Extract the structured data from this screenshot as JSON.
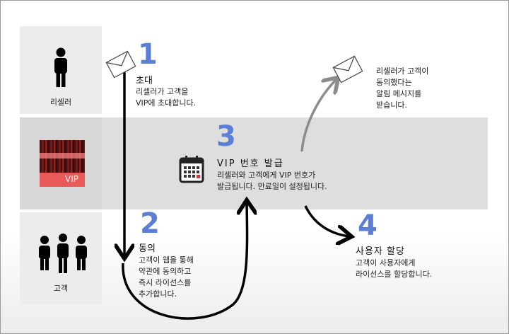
{
  "lanes": {
    "reseller": "리셀러",
    "vip_badge": "VIP",
    "customer": "고객"
  },
  "steps": [
    {
      "number": "1",
      "title": "초대",
      "desc": [
        "리셀러가 고객을",
        "VIP에 초대합니다."
      ]
    },
    {
      "number": "2",
      "title": "동의",
      "desc": [
        "고객이 웹을 통해",
        "약관에 동의하고",
        "즉시 라이선스를",
        "추가합니다."
      ]
    },
    {
      "number": "3",
      "title": "VIP 번호 발급",
      "desc": [
        "리셀러와 고객에게 VIP 번호가",
        "발급됩니다. 만료일이 설정됩니다."
      ]
    },
    {
      "number": "4",
      "title": "사용자 할당",
      "desc": [
        "고객이 사용자에게",
        "라이선스를 할당합니다."
      ]
    }
  ],
  "notification": [
    "리셀러가 고객이",
    "동의했다는",
    "알림 메시지를",
    "받습니다."
  ],
  "colors": {
    "step_number": "#5b7fd6",
    "vip_tile": "#e85a5a",
    "band": "#dedede",
    "arrow": "#000000",
    "notify_arrow": "#8c8c8c"
  },
  "icons": [
    "person-icon",
    "vip-logo-icon",
    "group-icon",
    "envelope-icon",
    "calendar-icon"
  ]
}
